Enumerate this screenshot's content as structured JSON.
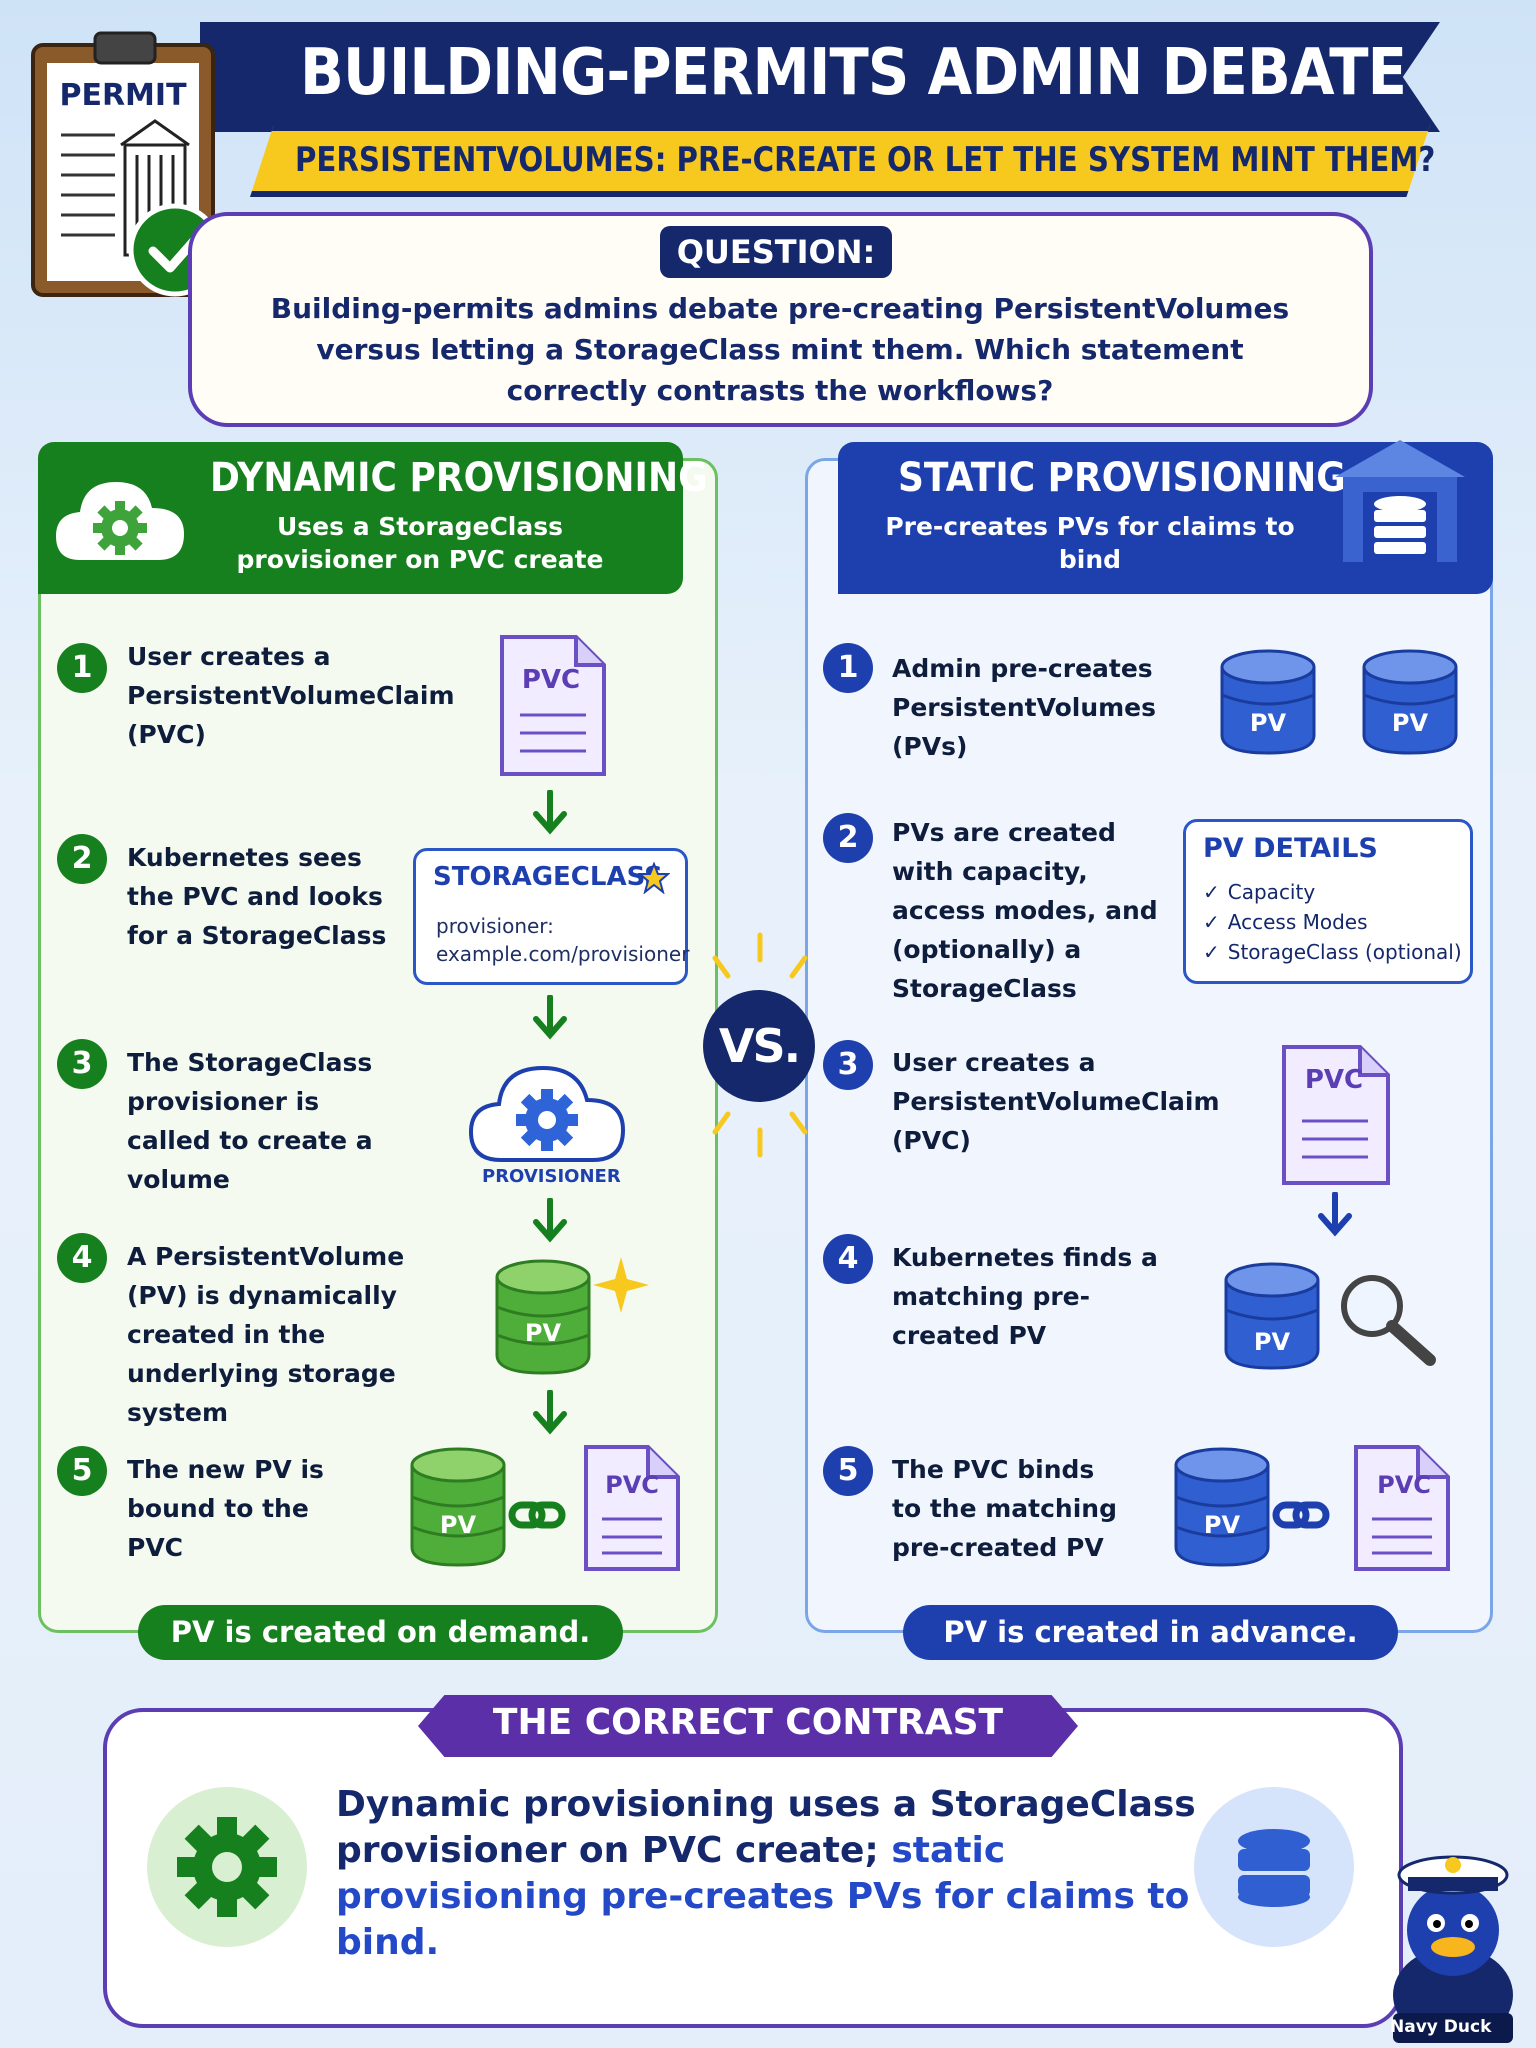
{
  "header": {
    "title": "BUILDING-PERMITS ADMIN DEBATE",
    "subtitle": "PERSISTENTVOLUMES: PRE-CREATE OR LET THE SYSTEM MINT THEM?",
    "clipboard_label": "PERMIT"
  },
  "question": {
    "label": "QUESTION:",
    "text": "Building-permits admins debate pre-creating PersistentVolumes versus letting a StorageClass mint them. Which statement correctly contrasts the workflows?"
  },
  "dynamic": {
    "title": "DYNAMIC PROVISIONING",
    "subtitle": "Uses a StorageClass provisioner on PVC create",
    "steps": [
      {
        "num": "1",
        "text": "User creates a PersistentVolumeClaim (PVC)"
      },
      {
        "num": "2",
        "text": "Kubernetes sees the PVC and looks for a StorageClass"
      },
      {
        "num": "3",
        "text": "The StorageClass provisioner is called to create a volume"
      },
      {
        "num": "4",
        "text": "A PersistentVolume (PV) is dynamically created in the underlying storage system"
      },
      {
        "num": "5",
        "text": "The new PV is bound to the PVC"
      }
    ],
    "storageclass": {
      "title": "STORAGECLASS",
      "line1": "provisioner:",
      "line2": "example.com/provisioner"
    },
    "provisioner_label": "PROVISIONER",
    "footer": "PV is created on demand."
  },
  "static": {
    "title": "STATIC PROVISIONING",
    "subtitle": "Pre-creates PVs for claims to bind",
    "steps": [
      {
        "num": "1",
        "text": "Admin pre-creates PersistentVolumes (PVs)"
      },
      {
        "num": "2",
        "text": "PVs are created with capacity, access modes, and (optionally) a StorageClass"
      },
      {
        "num": "3",
        "text": "User creates a PersistentVolumeClaim (PVC)"
      },
      {
        "num": "4",
        "text": "Kubernetes finds a matching pre-created PV"
      },
      {
        "num": "5",
        "text": "The PVC binds to the matching pre-created PV"
      }
    ],
    "pv_details": {
      "title": "PV DETAILS",
      "items": [
        "Capacity",
        "Access Modes",
        "StorageClass (optional)"
      ]
    },
    "footer": "PV is created in advance."
  },
  "icons": {
    "pvc": "PVC",
    "pv": "PV"
  },
  "vs": "VS.",
  "contrast": {
    "title": "THE CORRECT CONTRAST",
    "text_part1": "Dynamic provisioning uses a StorageClass provisioner on PVC create; ",
    "text_part2": "static provisioning pre-creates PVs for claims to bind."
  },
  "mascot": {
    "label": "Navy Duck"
  },
  "colors": {
    "navy": "#14286b",
    "green": "#17801e",
    "blue": "#1e3fae",
    "yellow": "#f7c81e",
    "purple": "#5b2fa8"
  }
}
